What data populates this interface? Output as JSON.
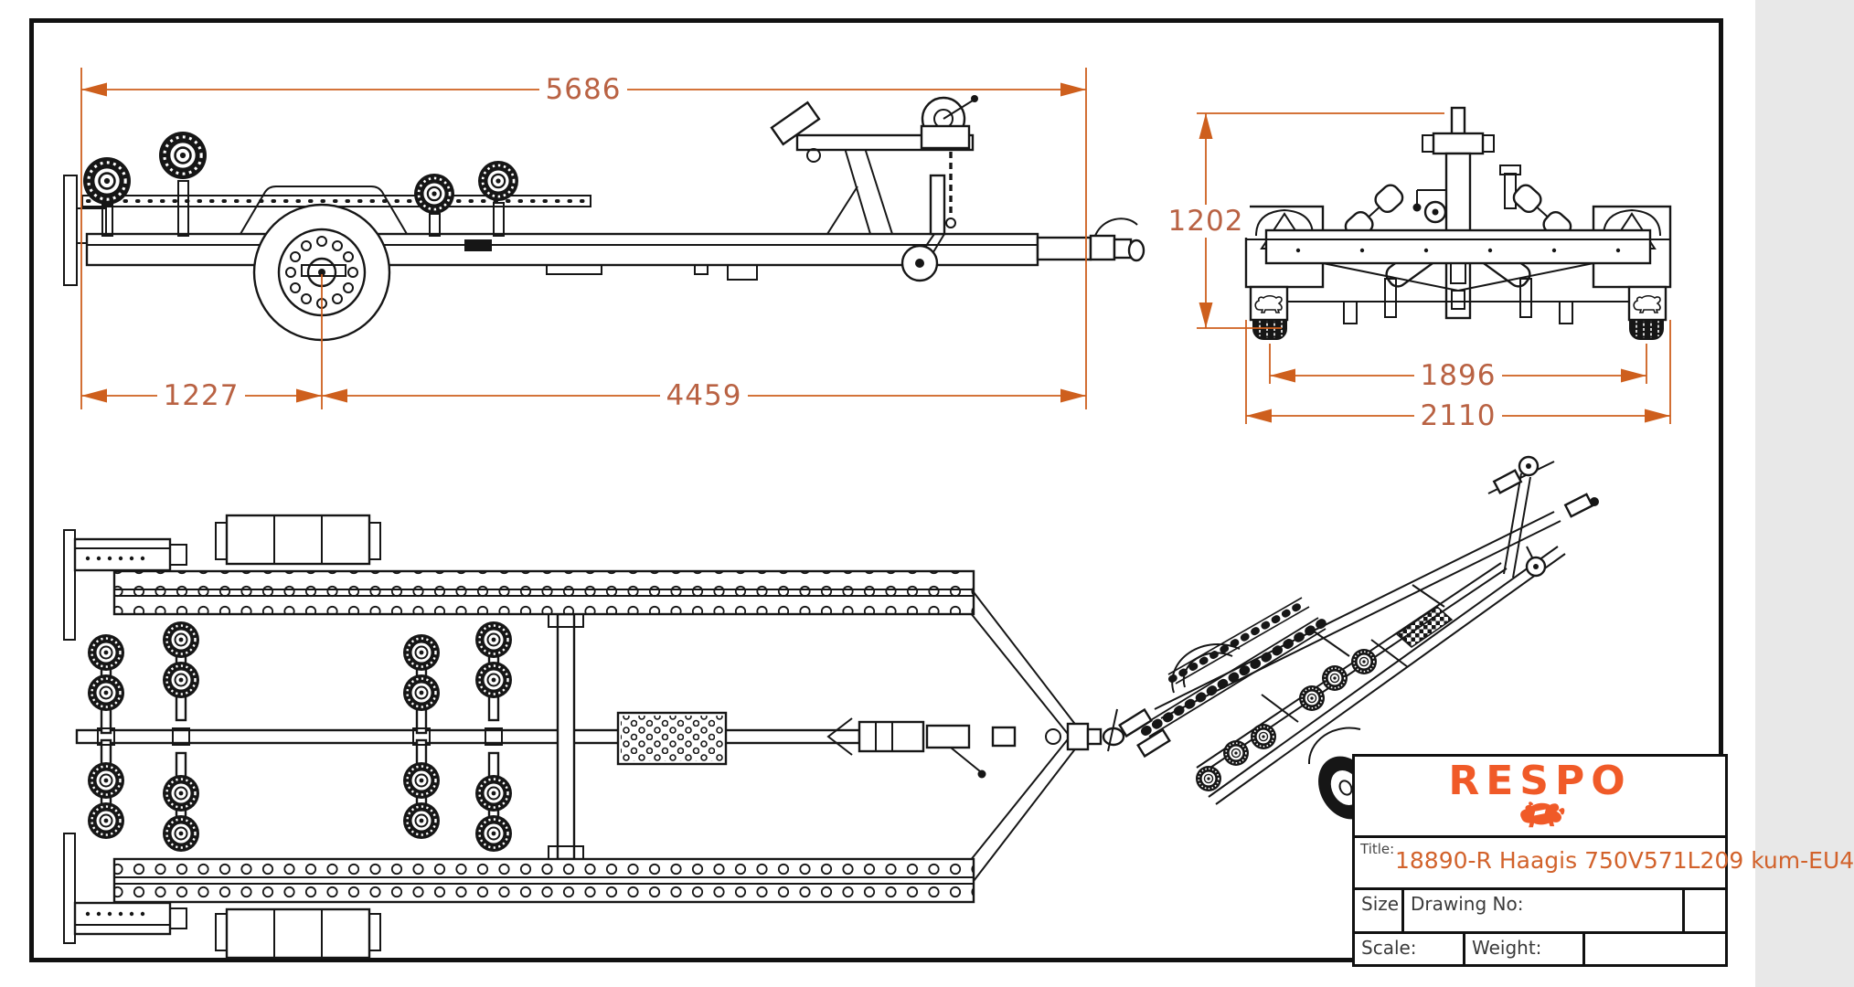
{
  "page": {
    "background": "#FFFFFF",
    "border_color": "#111111"
  },
  "title_block": {
    "brand": "RESPO",
    "bull_icon": "bull-icon",
    "title_label": "Title:",
    "title": "18890-R Haagis 750V571L209 kum-EU4",
    "size_label": "Size",
    "drawing_no_label": "Drawing No:",
    "scale_label": "Scale:",
    "weight_label": "Weight:"
  },
  "dimensions": {
    "overall_length": "5686",
    "rear_to_axle": "1227",
    "axle_to_coupling": "4459",
    "overall_height": "1202",
    "wheel_track": "1896",
    "overall_width": "2110"
  },
  "views": {
    "side": "side view of boat trailer",
    "front": "front view of boat trailer",
    "top": "top view of boat trailer",
    "isometric": "isometric view of boat trailer"
  },
  "colors": {
    "dimension_line": "#CE5F1D",
    "dimension_text": "#B96243",
    "brand_orange": "#F05A28",
    "title_orange": "#D2622B",
    "line_black": "#161616"
  }
}
